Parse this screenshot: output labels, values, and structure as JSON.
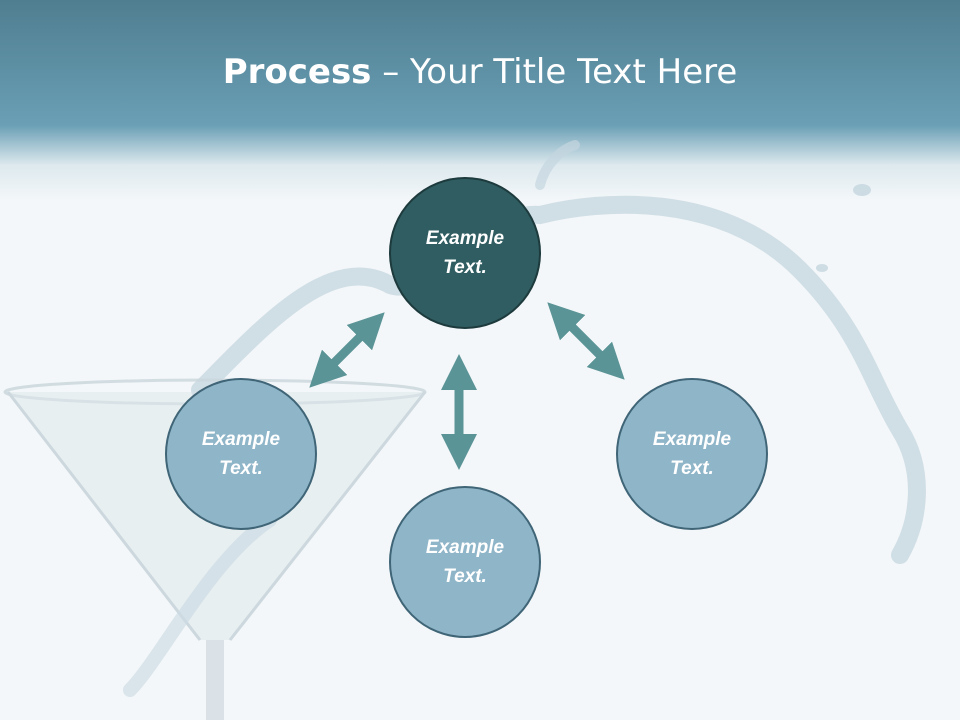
{
  "slide": {
    "title_bold": "Process",
    "title_rest": " – Your Title Text Here"
  },
  "nodes": {
    "top": "Example Text.",
    "left": "Example Text.",
    "bottom": "Example Text.",
    "right": "Example Text."
  },
  "colors": {
    "header": "#6a9fb5",
    "node_fill": "#8fb5c9",
    "node_center": "#2f5d61",
    "arrow": "#5b9496"
  }
}
